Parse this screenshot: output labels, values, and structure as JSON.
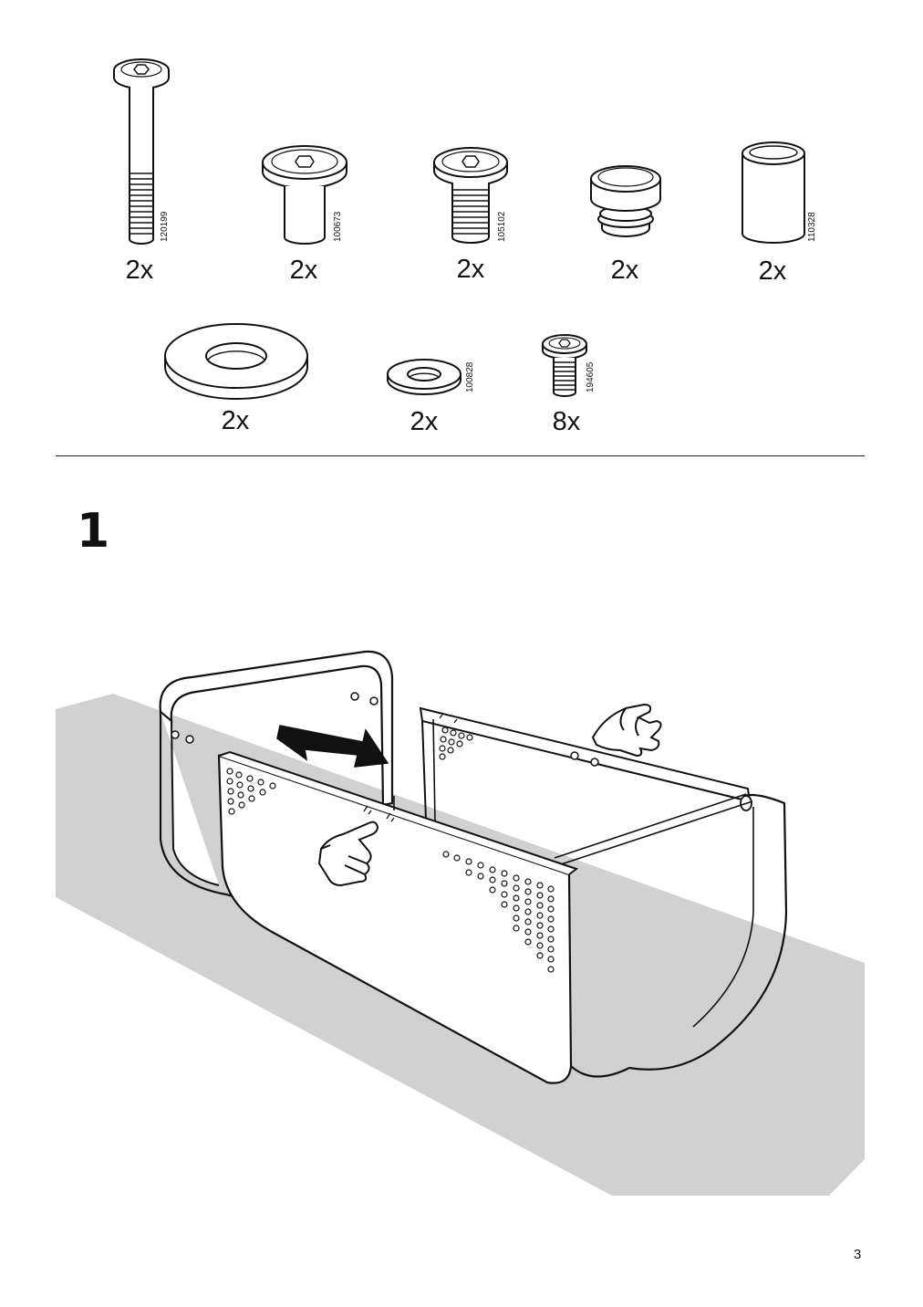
{
  "parts_row1": [
    {
      "quantity": "2x",
      "article": "120199",
      "icon": "long-bolt-icon"
    },
    {
      "quantity": "2x",
      "article": "100673",
      "icon": "barrel-nut-icon"
    },
    {
      "quantity": "2x",
      "article": "105102",
      "icon": "short-bolt-icon"
    },
    {
      "quantity": "2x",
      "article": "",
      "icon": "foot-cap-icon"
    },
    {
      "quantity": "2x",
      "article": "110328",
      "icon": "sleeve-icon"
    }
  ],
  "parts_row2": [
    {
      "quantity": "2x",
      "article": "",
      "icon": "large-washer-icon"
    },
    {
      "quantity": "2x",
      "article": "100828",
      "icon": "small-washer-icon"
    },
    {
      "quantity": "8x",
      "article": "194605",
      "icon": "small-screw-icon"
    }
  ],
  "step": {
    "number": "1"
  },
  "page": {
    "number": "3"
  },
  "colors": {
    "line": "#111111",
    "floor": "#d1d1d1",
    "paper": "#ffffff"
  }
}
